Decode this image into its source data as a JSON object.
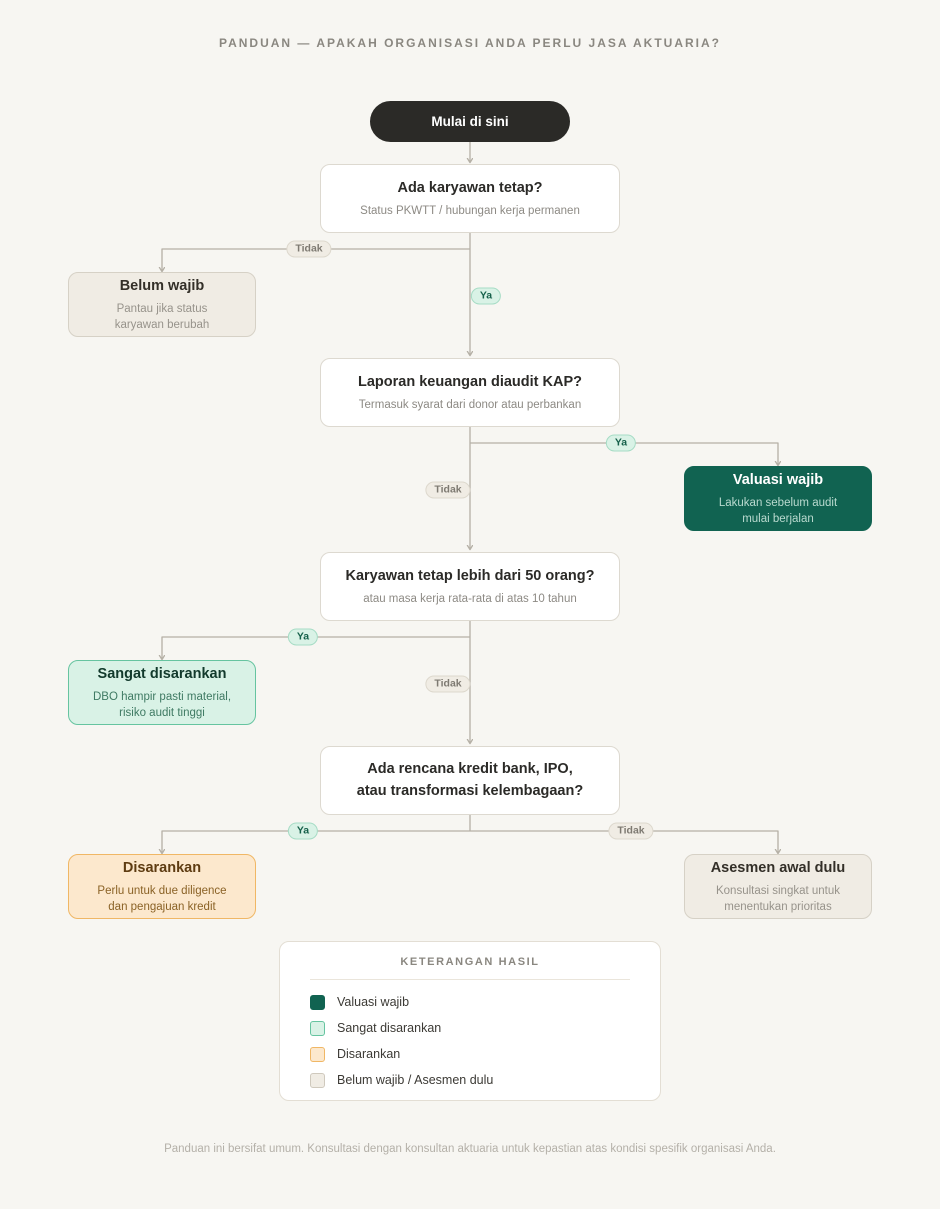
{
  "header": {
    "title": "PANDUAN — APAKAH ORGANISASI ANDA PERLU JASA AKTUARIA?"
  },
  "flow": {
    "start": {
      "label": "Mulai di sini"
    },
    "nodes": [
      {
        "id": "q1",
        "kind": "decision",
        "title": "Ada karyawan tetap?",
        "subtitle": "Status PKWTT / hubungan kerja permanen"
      },
      {
        "id": "out-belum-wajib",
        "kind": "neutral",
        "title": "Belum wajib",
        "subtitle": "Pantau jika status\nkaryawan berubah"
      },
      {
        "id": "q2",
        "kind": "decision",
        "title": "Laporan keuangan diaudit KAP?",
        "subtitle": "Termasuk syarat dari donor atau perbankan"
      },
      {
        "id": "out-valuasi-wajib",
        "kind": "solid-green",
        "title": "Valuasi wajib",
        "subtitle": "Lakukan sebelum audit\nmulai berjalan"
      },
      {
        "id": "q3",
        "kind": "decision",
        "title": "Karyawan tetap lebih dari 50 orang?",
        "subtitle": "atau masa kerja rata-rata di atas 10 tahun"
      },
      {
        "id": "out-sangat-disarankan",
        "kind": "mint",
        "title": "Sangat disarankan",
        "subtitle": "DBO hampir pasti material,\nrisiko audit tinggi"
      },
      {
        "id": "q4",
        "kind": "decision",
        "title": "Ada rencana kredit bank, IPO,\natau transformasi kelembagaan?",
        "subtitle": ""
      },
      {
        "id": "out-disarankan",
        "kind": "peach",
        "title": "Disarankan",
        "subtitle": "Perlu untuk due diligence\ndan pengajuan kredit"
      },
      {
        "id": "out-asesmen-awal",
        "kind": "neutral",
        "title": "Asesmen awal dulu",
        "subtitle": "Konsultasi singkat untuk\nmenentukan prioritas"
      }
    ],
    "edge_labels": {
      "q1_no": "Tidak",
      "q1_yes": "Ya",
      "q2_yes": "Ya",
      "q2_no": "Tidak",
      "q3_yes": "Ya",
      "q3_no": "Tidak",
      "q4_yes": "Ya",
      "q4_no": "Tidak"
    }
  },
  "legend": {
    "title": "KETERANGAN HASIL",
    "items": [
      {
        "label": "Valuasi wajib",
        "fill": "#116351",
        "border": "#116351"
      },
      {
        "label": "Sangat disarankan",
        "fill": "#d9f2e6",
        "border": "#66c4a0"
      },
      {
        "label": "Disarankan",
        "fill": "#fce8cd",
        "border": "#f0b765"
      },
      {
        "label": "Belum wajib / Asesmen dulu",
        "fill": "#f0ece4",
        "border": "#cfc9bd"
      }
    ]
  },
  "footer": {
    "note": "Panduan ini bersifat umum. Konsultasi dengan konsultan aktuaria untuk kepastian atas kondisi spesifik organisasi Anda."
  },
  "palette": {
    "background": "#f7f6f2",
    "connector": "#b5b0a6",
    "ink": "#2b2a27",
    "muted": "#8d8a84",
    "green": "#116351",
    "mint": "#d9f2e6",
    "peach": "#fce8cd",
    "beige": "#f0ece4"
  }
}
